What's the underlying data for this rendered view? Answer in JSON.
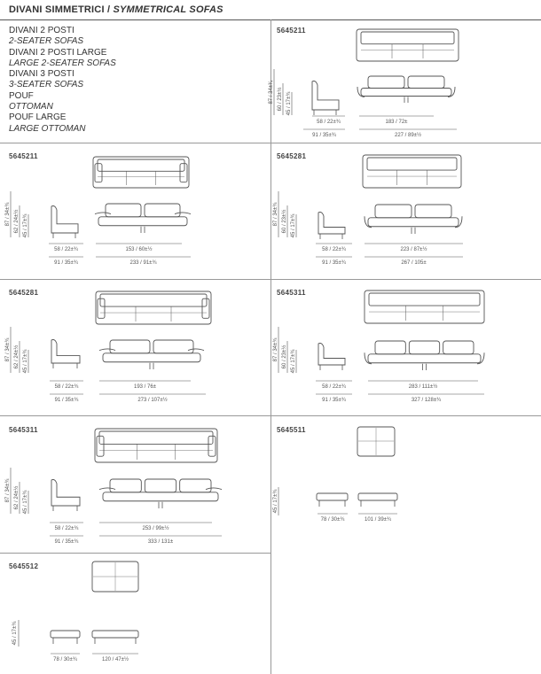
{
  "header": {
    "title_it": "DIVANI SIMMETRICI",
    "title_sep": " / ",
    "title_en": "SYMMETRICAL SOFAS"
  },
  "legend": [
    {
      "text": "DIVANI 2 POSTI",
      "italic": false
    },
    {
      "text": "2-SEATER SOFAS",
      "italic": true
    },
    {
      "text": "DIVANI 2 POSTI LARGE",
      "italic": false
    },
    {
      "text": "LARGE 2-SEATER SOFAS",
      "italic": true
    },
    {
      "text": "DIVANI 3 POSTI",
      "italic": false
    },
    {
      "text": "3-SEATER SOFAS",
      "italic": true
    },
    {
      "text": "POUF",
      "italic": false
    },
    {
      "text": "OTTOMAN",
      "italic": true
    },
    {
      "text": "POUF LARGE",
      "italic": false
    },
    {
      "text": "LARGE OTTOMAN",
      "italic": true
    }
  ],
  "cells": [
    {
      "code": "5645211",
      "heights": [
        "87 / 34±³⁄₄",
        "60 / 23±½",
        "45 / 17±¾"
      ],
      "depth": "58 / 22±¾",
      "depth_total": "91 / 35±¾",
      "inner": "183 / 72±",
      "outer": "227 / 89±½"
    },
    {
      "code": "5645211",
      "heights": [
        "87 / 34±¾",
        "62 / 24±½",
        "45 / 17±¾"
      ],
      "depth": "58 / 22±¾",
      "depth_total": "91 / 35±¾",
      "inner": "153 / 60±½",
      "outer": "233 / 91±¾"
    },
    {
      "code": "5645281",
      "heights": [
        "87 / 34±¾",
        "60 / 23±½",
        "45 / 17±¾"
      ],
      "depth": "58 / 22±¾",
      "depth_total": "91 / 35±¾",
      "inner": "223 / 87±½",
      "outer": "267 / 105±"
    },
    {
      "code": "5645281",
      "heights": [
        "87 / 34±¾",
        "62 / 24±½",
        "45 / 17±¾"
      ],
      "depth": "58 / 22±¾",
      "depth_total": "91 / 35±¾",
      "inner": "193 / 76±",
      "outer": "273 / 107±½"
    },
    {
      "code": "5645311",
      "heights": [
        "87 / 34±¾",
        "60 / 23±½",
        "45 / 17±¾"
      ],
      "depth": "58 / 22±¾",
      "depth_total": "91 / 35±¾",
      "inner": "283 / 111±½",
      "outer": "327 / 128±¾"
    },
    {
      "code": "5645311",
      "heights": [
        "87 / 34±¾",
        "62 / 24±½",
        "45 / 17±¾"
      ],
      "depth": "58 / 22±¾",
      "depth_total": "91 / 35±¾",
      "inner": "253 / 99±½",
      "outer": "333 / 131±"
    },
    {
      "code": "5645511",
      "height": "45 / 17±¾",
      "dims": [
        "78 / 30±¾",
        "101 / 39±¾"
      ]
    },
    {
      "code": "5645512",
      "height": "45 / 17±¾",
      "dims": [
        "78 / 30±¾",
        "120 / 47±½"
      ]
    }
  ]
}
